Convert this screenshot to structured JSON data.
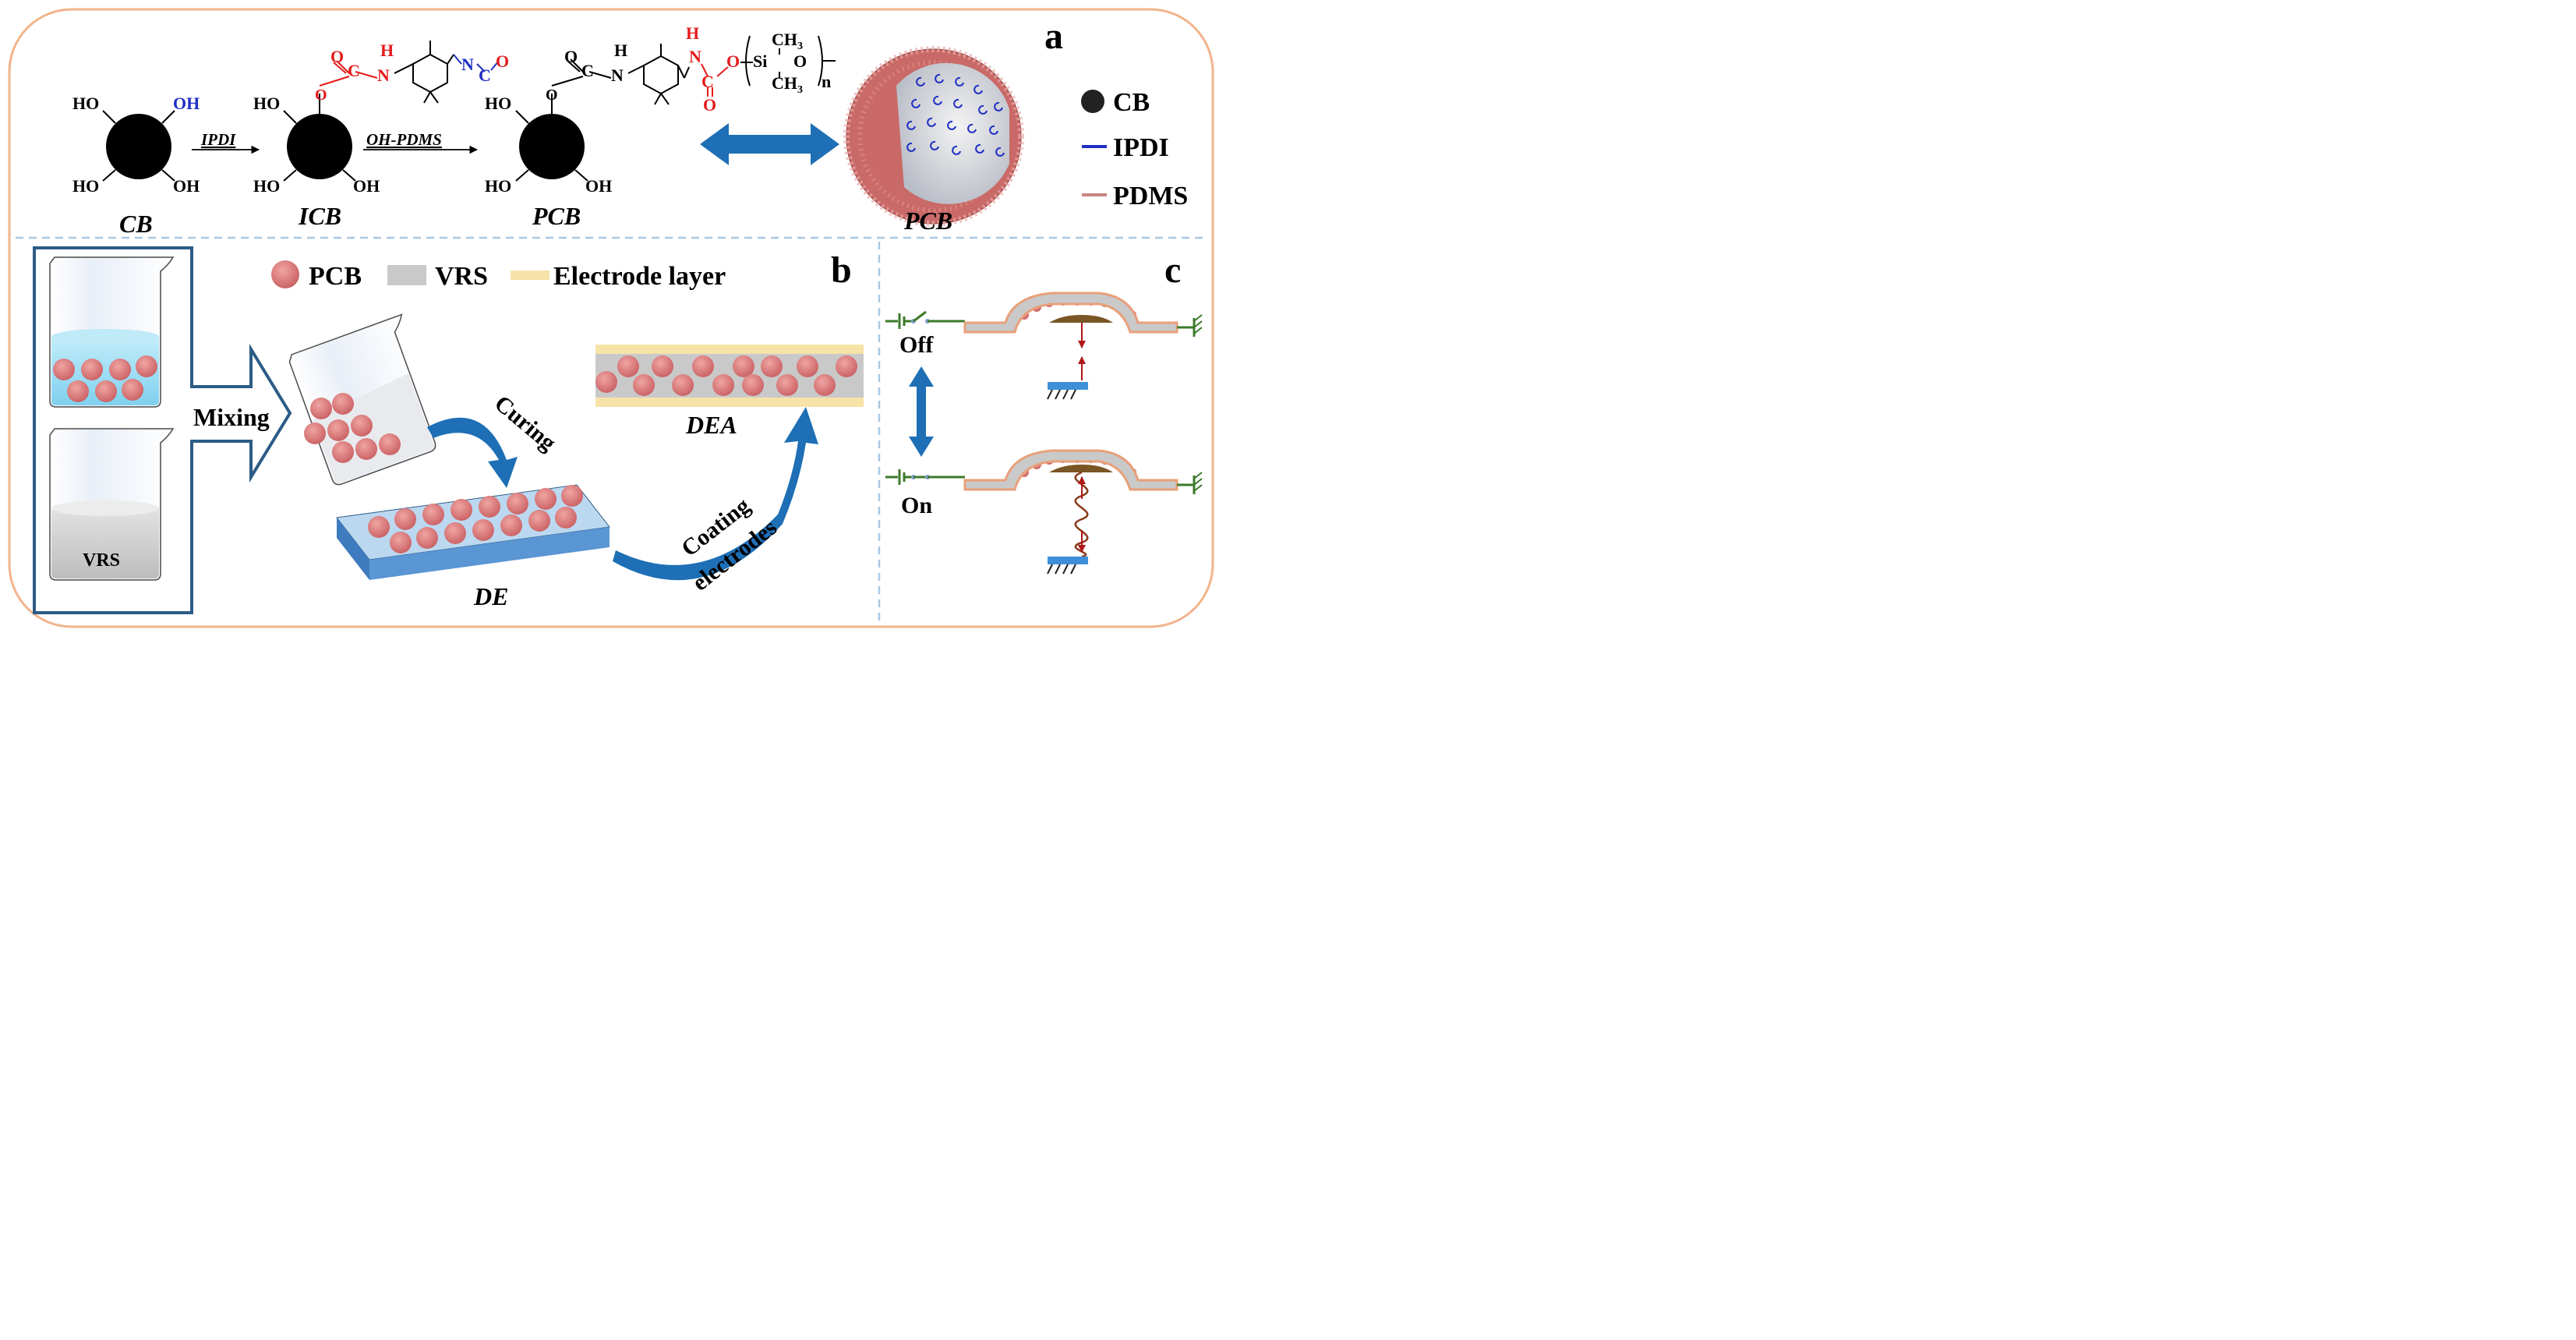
{
  "panels": {
    "a": "a",
    "b": "b",
    "c": "c"
  },
  "panel_a": {
    "groups": [
      "HO",
      "OH",
      "HO",
      "OH"
    ],
    "cb": "CB",
    "icb": "ICB",
    "pcb": "PCB",
    "pcb_sphere": "PCB",
    "arrow1": "IPDI",
    "arrow2": "OH-PDMS",
    "chem": {
      "O": "O",
      "C": "C",
      "N": "N",
      "H": "H",
      "Si": "Si",
      "CH3": "CH",
      "sub3": "3",
      "n": "n"
    },
    "legend": [
      "CB",
      "IPDI",
      "PDMS"
    ]
  },
  "panel_b": {
    "legend": [
      "PCB",
      "VRS",
      "Electrode layer"
    ],
    "beaker_label": "VRS",
    "mixing": "Mixing",
    "curing": "Curing",
    "coating_line1": "Coating",
    "coating_line2": "electrodes",
    "dea": "DEA",
    "de": "DE"
  },
  "panel_c": {
    "off": "Off",
    "on": "On"
  },
  "colors": {
    "frame": "#f2b48c",
    "divider": "#a9c8e2",
    "particle": "#d9787a",
    "arrow_blue": "#1e6fb5",
    "ipdi_blue": "#1f2fc4",
    "red_text": "#e41a1a",
    "electrode": "#f7e3a8",
    "vrs_gray": "#c9c9c9",
    "ground_green": "#3c7a2a",
    "spring": "#8b3a1a"
  }
}
